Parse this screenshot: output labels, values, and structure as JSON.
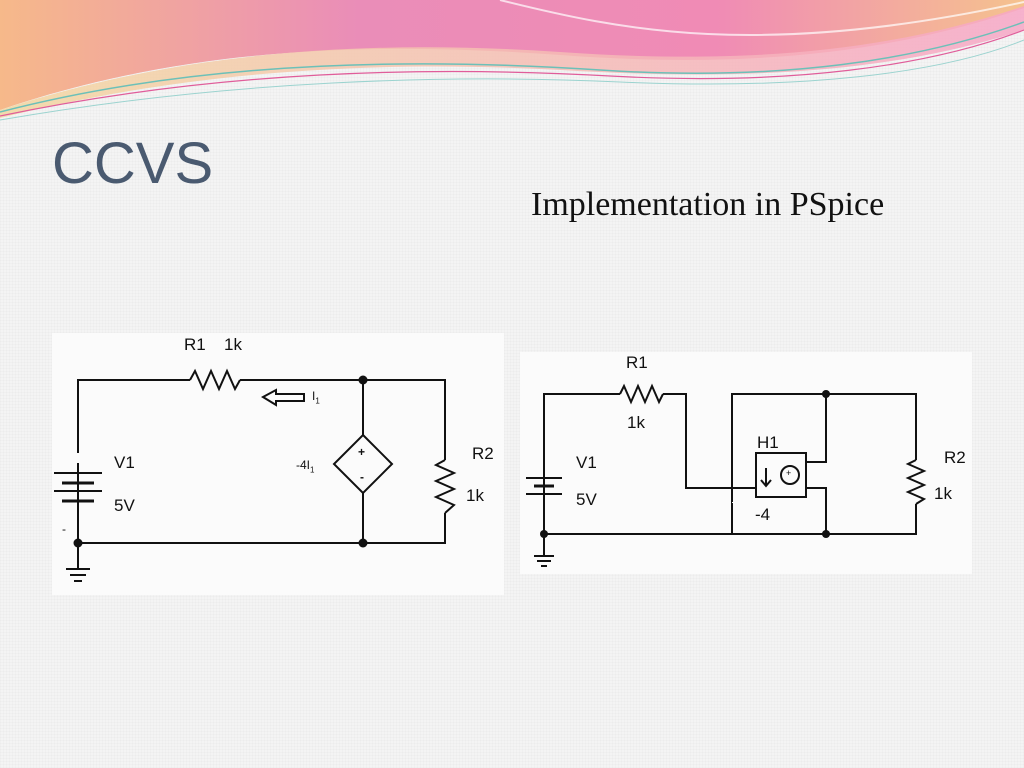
{
  "slide": {
    "title": "CCVS",
    "subtitle": "Implementation in PSpice"
  },
  "left_circuit": {
    "r1_name": "R1",
    "r1_value": "1k",
    "current_label": "I",
    "current_sub": "1",
    "v1_name": "V1",
    "v1_value": "5V",
    "v1_minus": "-",
    "source_value": "-4I",
    "source_value_sub": "1",
    "source_plus": "+",
    "source_minus": "-",
    "r2_name": "R2",
    "r2_value": "1k"
  },
  "right_circuit": {
    "r1_name": "R1",
    "r1_value": "1k",
    "v1_name": "V1",
    "v1_value": "5V",
    "h1_name": "H1",
    "h1_gain": "-4",
    "h1_plus": "+",
    "r2_name": "R2",
    "r2_value": "1k"
  },
  "colors": {
    "title": "#4a5a70",
    "wire": "#111111",
    "wave_pink": "#e77fae",
    "wave_orange": "#f3c48a",
    "wave_teal": "#5fb9b3"
  }
}
